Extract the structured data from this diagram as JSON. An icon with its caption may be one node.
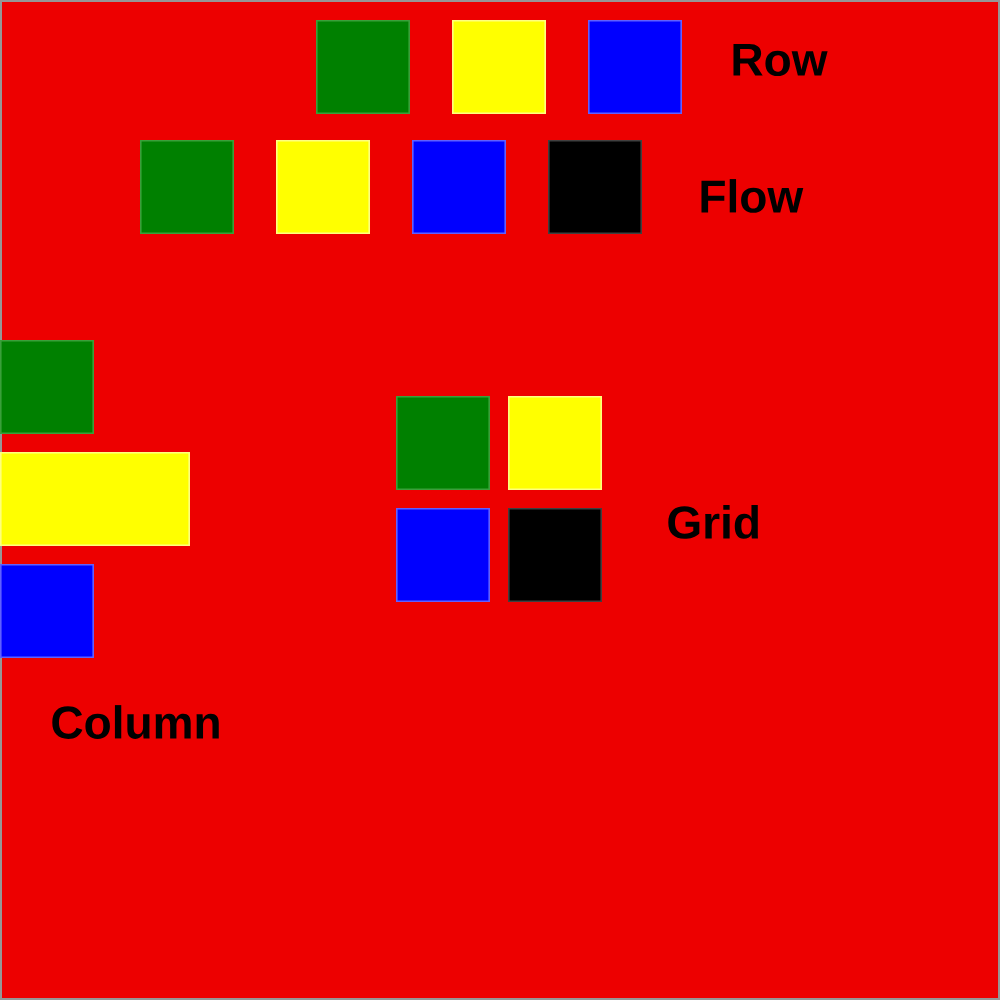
{
  "diagram": {
    "labels": [
      "Row",
      "Flow",
      "Grid",
      "Column"
    ]
  }
}
